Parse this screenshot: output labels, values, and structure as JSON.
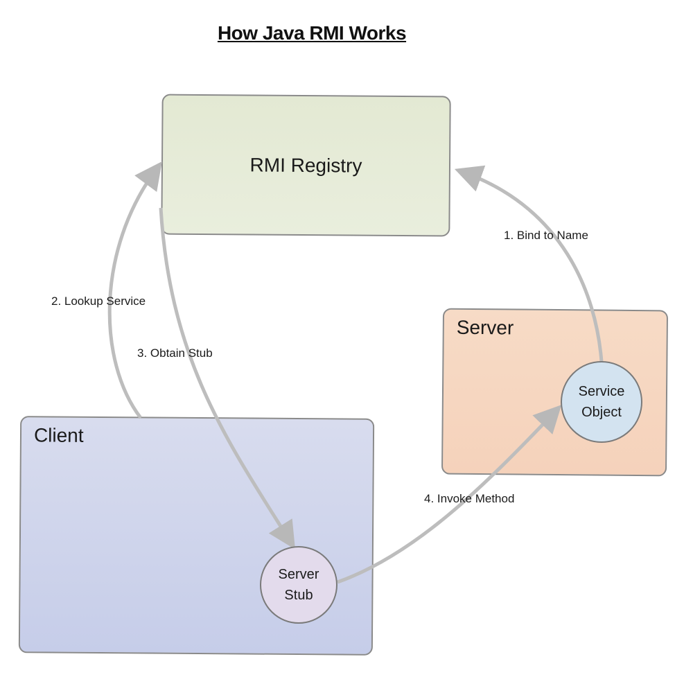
{
  "title": "How Java RMI Works",
  "nodes": {
    "registry": {
      "label": "RMI Registry",
      "color": "#e6ecd8"
    },
    "server": {
      "label": "Server",
      "color": "#f6d7c1"
    },
    "client": {
      "label": "Client",
      "color": "#cfd5ec"
    },
    "service_object": {
      "line1": "Service",
      "line2": "Object",
      "color": "#d3e3f0"
    },
    "server_stub": {
      "line1": "Server",
      "line2": "Stub",
      "color": "#e3dbec"
    }
  },
  "edges": [
    {
      "id": "bind",
      "label": "1. Bind to Name",
      "from": "service_object",
      "to": "registry"
    },
    {
      "id": "lookup",
      "label": "2. Lookup Service",
      "from": "client",
      "to": "registry"
    },
    {
      "id": "obtain",
      "label": "3. Obtain Stub",
      "from": "registry",
      "to": "server_stub"
    },
    {
      "id": "invoke",
      "label": "4. Invoke Method",
      "from": "server_stub",
      "to": "service_object"
    }
  ],
  "colors": {
    "arrow": "#bdbdbd",
    "border": "#8a8a8a"
  }
}
